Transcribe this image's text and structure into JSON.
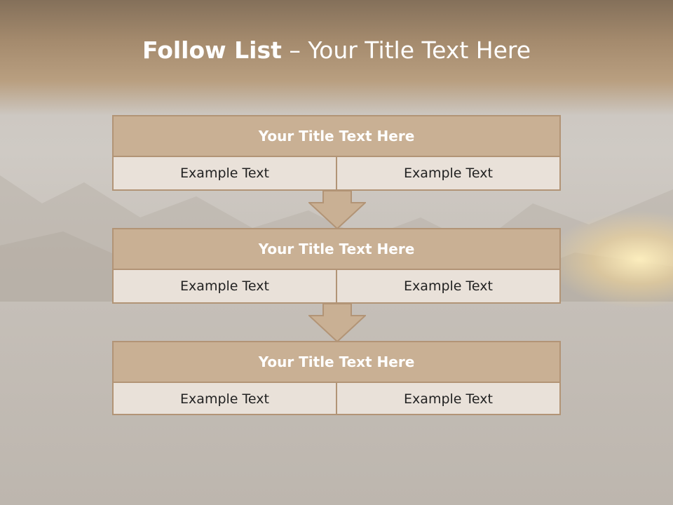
{
  "slide": {
    "title_bold": "Follow List",
    "title_rest": " – Your Title Text Here",
    "steps": [
      {
        "title": "Your Title Text Here",
        "left": "Example Text",
        "right": "Example Text"
      },
      {
        "title": "Your Title Text Here",
        "left": "Example Text",
        "right": "Example Text"
      },
      {
        "title": "Your Title Text Here",
        "left": "Example Text",
        "right": "Example Text"
      }
    ]
  },
  "colors": {
    "header_band": "#a48a6d",
    "box_header": "#c9b094",
    "box_body": "#e9e1d9",
    "border": "#b29476",
    "arrow": "#c9b094"
  },
  "icons": {
    "connector": "down-arrow-icon"
  }
}
